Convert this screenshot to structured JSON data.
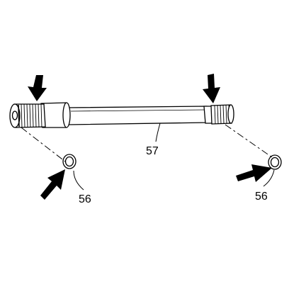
{
  "diagram": {
    "labels": {
      "shaft": "57",
      "ring_left": "56",
      "ring_right": "56"
    }
  },
  "colors": {
    "line": "#000000",
    "background": "#ffffff",
    "fill": "#ffffff"
  }
}
